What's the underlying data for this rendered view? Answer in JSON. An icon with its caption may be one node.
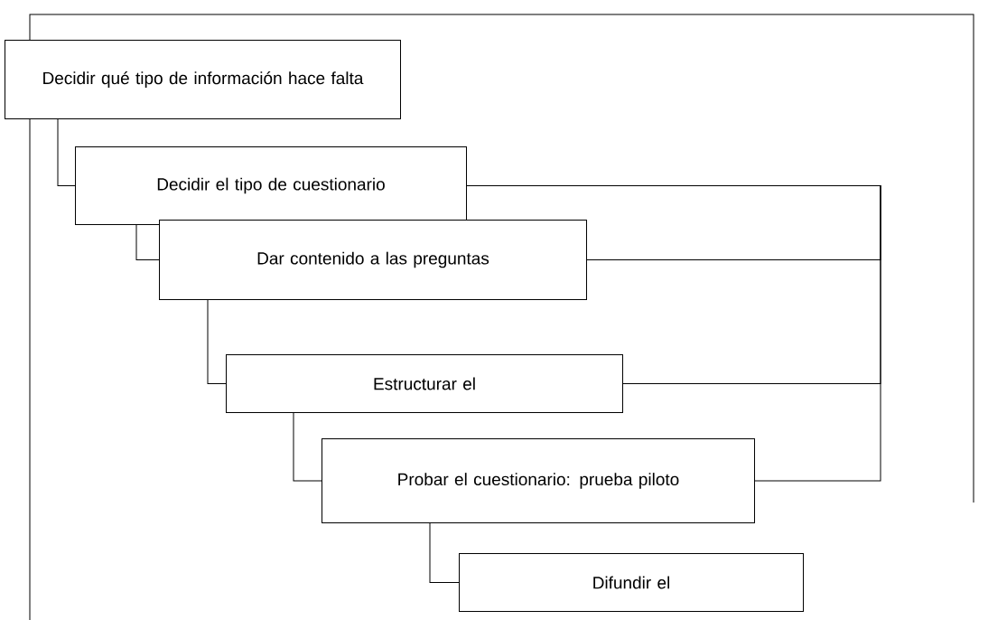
{
  "diagram": {
    "nodes": [
      {
        "text": [
          "Decidir qué tipo de información hace falta"
        ]
      },
      {
        "text": [
          "Decidir el tipo de cuestionario"
        ]
      },
      {
        "text": [
          "Dar contenido a las preguntas"
        ]
      },
      {
        "text": [
          "Estructurar el"
        ]
      },
      {
        "text": [
          "Probar el cuestionario: prueba piloto"
        ]
      },
      {
        "text": [
          "Difundir el"
        ]
      }
    ],
    "edges": [
      {
        "from": 0,
        "to": 1,
        "arrow": "none"
      },
      {
        "from": 1,
        "to": 2,
        "arrow": "none"
      },
      {
        "from": 2,
        "to": 3,
        "arrow": "none"
      },
      {
        "from": 3,
        "to": 4,
        "arrow": "none"
      },
      {
        "from": 4,
        "to": 5,
        "arrow": "none"
      },
      {
        "from": 2,
        "to": 1,
        "arrow": "none"
      },
      {
        "from": 3,
        "to": 1,
        "arrow": "none"
      },
      {
        "from": 4,
        "to": 1,
        "arrow": "none"
      }
    ]
  }
}
